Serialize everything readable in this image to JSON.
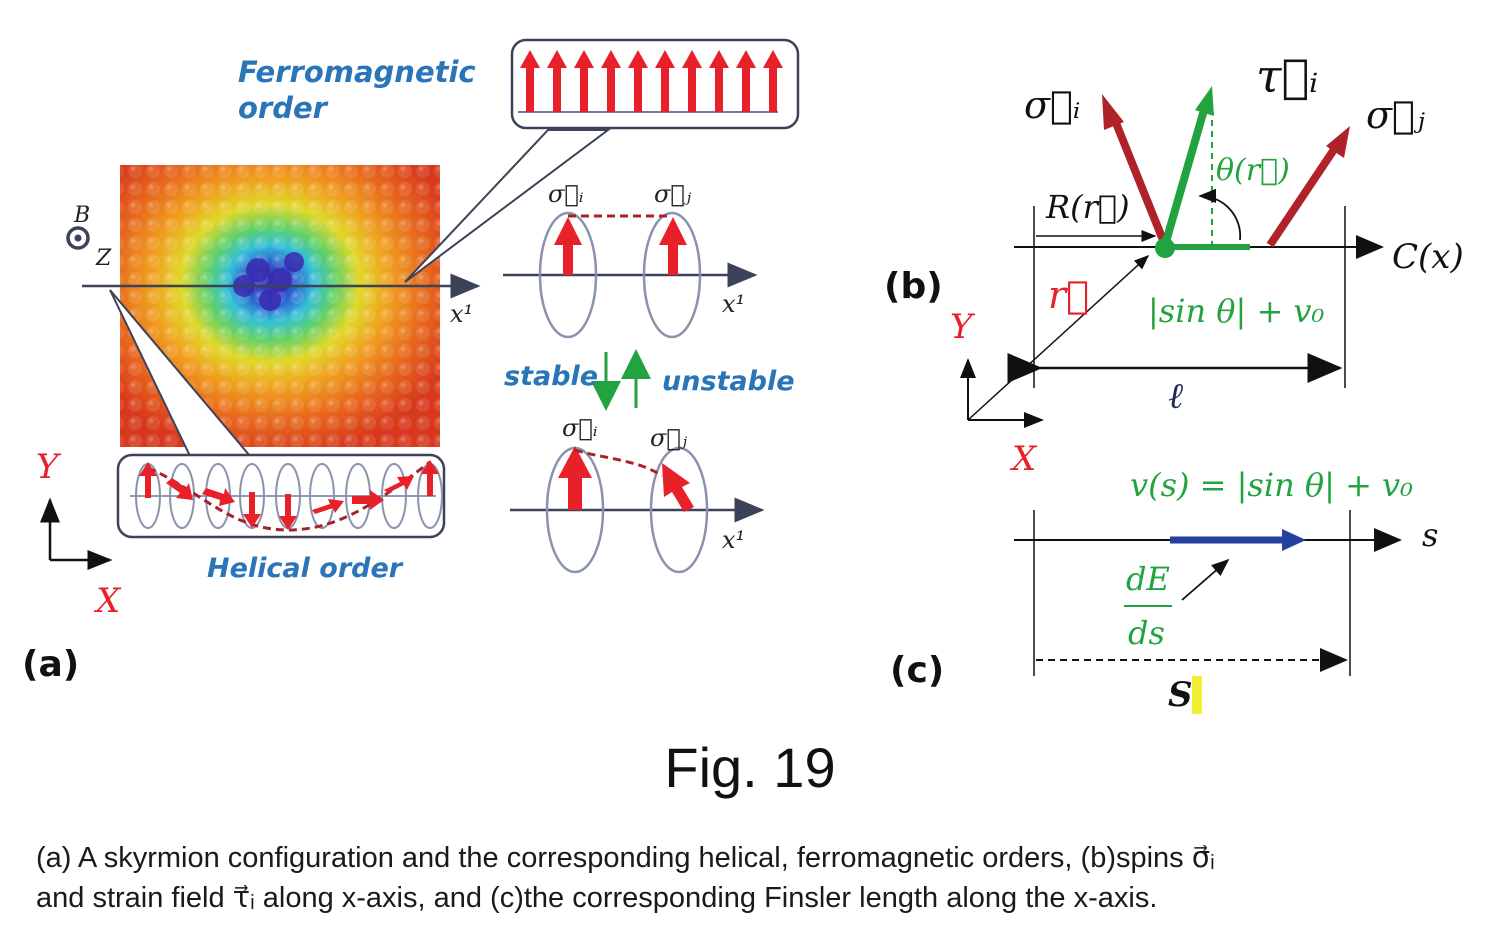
{
  "panel_a": {
    "label": "(a)",
    "ferro_label_line1": "Ferromagnetic",
    "ferro_label_line2": "order",
    "helical_label": "Helical order",
    "stable_label": "stable",
    "unstable_label": "unstable",
    "b_label": "B",
    "z_label": "Z",
    "y_label": "Y",
    "x_label": "X",
    "x1_label": "x¹",
    "sigma_i": "σ⃗ᵢ",
    "sigma_j": "σ⃗ⱼ"
  },
  "panel_b": {
    "label": "(b)",
    "sigma_i": "σ⃗ᵢ",
    "sigma_j": "σ⃗ⱼ",
    "tau_i": "τ⃗ᵢ",
    "theta": "θ(r⃗)",
    "R": "R(r⃗)",
    "C": "C(x)",
    "r": "r⃗",
    "sin_expr": "|sin θ| + v₀",
    "ell": "ℓ",
    "y_label": "Y",
    "x_label": "X"
  },
  "panel_c": {
    "label": "(c)",
    "v_expr": "v(s) = |sin θ| + v₀",
    "s_axis": "s",
    "dE": "dE",
    "ds": "ds",
    "S": "S"
  },
  "figure_number": "Fig. 19",
  "caption_line1": "(a) A skyrmion configuration and the corresponding helical, ferromagnetic orders, (b)spins σ⃗ᵢ",
  "caption_line2": "and strain field τ⃗ᵢ  along  x-axis, and (c)the corresponding Finsler length along the  x-axis.",
  "colors": {
    "red": "#e8202a",
    "dark_red": "#b0222a",
    "green": "#22a33f",
    "blue_label": "#2a74b8",
    "arrow_blue": "#2540a0",
    "axis_gray": "#3c4258",
    "highlight_yellow": "#f2ee32"
  }
}
